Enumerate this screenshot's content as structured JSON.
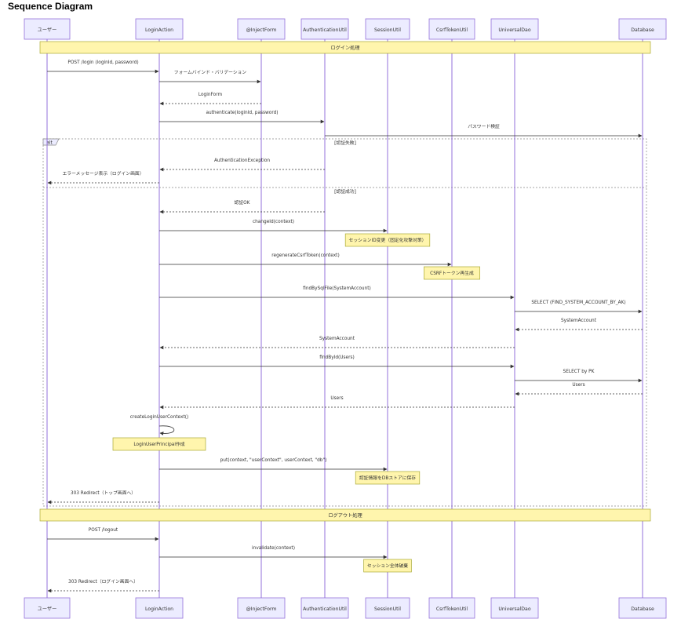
{
  "page": {
    "title": "Sequence Diagram"
  },
  "colors": {
    "participant_fill": "#ECECFF",
    "participant_stroke": "#9370DB",
    "lifeline": "#9370DB",
    "note_fill": "#FFF5AD",
    "note_stroke": "#AAAA33",
    "arrow": "#333333",
    "fragment_border": "#888888"
  },
  "participants": [
    {
      "id": "user",
      "label": "ユーザー"
    },
    {
      "id": "login_action",
      "label": "LoginAction"
    },
    {
      "id": "inject_form",
      "label": "@InjectForm"
    },
    {
      "id": "auth_util",
      "label": "AuthenticationUtil"
    },
    {
      "id": "session_util",
      "label": "SessionUtil"
    },
    {
      "id": "csrf_util",
      "label": "CsrfTokenUtil"
    },
    {
      "id": "universal_dao",
      "label": "UniversalDao"
    },
    {
      "id": "database",
      "label": "Database"
    }
  ],
  "events": [
    {
      "kind": "section",
      "text": "ログイン処理"
    },
    {
      "kind": "message",
      "from": "user",
      "to": "login_action",
      "text": "POST /login (loginId, password)",
      "style": "solid"
    },
    {
      "kind": "message",
      "from": "login_action",
      "to": "inject_form",
      "text": "フォームバインド・バリデーション",
      "style": "solid"
    },
    {
      "kind": "message",
      "from": "inject_form",
      "to": "login_action",
      "text": "LoginForm",
      "style": "dashed"
    },
    {
      "kind": "message",
      "from": "login_action",
      "to": "auth_util",
      "text": "authenticate(loginId, password)",
      "style": "solid"
    },
    {
      "kind": "message",
      "from": "auth_util",
      "to": "database",
      "text": "パスワード検証",
      "style": "solid"
    },
    {
      "kind": "alt-start",
      "label": "alt",
      "condition": "[認証失敗]"
    },
    {
      "kind": "message",
      "from": "auth_util",
      "to": "login_action",
      "text": "AuthenticationException",
      "style": "dashed"
    },
    {
      "kind": "message",
      "from": "login_action",
      "to": "user",
      "text": "エラーメッセージ表示（ログイン画面）",
      "style": "dashed"
    },
    {
      "kind": "alt-else",
      "condition": "[認証成功]"
    },
    {
      "kind": "message",
      "from": "auth_util",
      "to": "login_action",
      "text": "認証OK",
      "style": "dashed"
    },
    {
      "kind": "message",
      "from": "login_action",
      "to": "session_util",
      "text": "changeId(context)",
      "style": "solid"
    },
    {
      "kind": "note",
      "over": "session_util",
      "text": "セッションID変更（固定化攻撃対策）"
    },
    {
      "kind": "message",
      "from": "login_action",
      "to": "csrf_util",
      "text": "regenerateCsrfToken(context)",
      "style": "solid"
    },
    {
      "kind": "note",
      "over": "csrf_util",
      "text": "CSRFトークン再生成"
    },
    {
      "kind": "message",
      "from": "login_action",
      "to": "universal_dao",
      "text": "findBySqlFile(SystemAccount)",
      "style": "solid"
    },
    {
      "kind": "message",
      "from": "universal_dao",
      "to": "database",
      "text": "SELECT (FIND_SYSTEM_ACCOUNT_BY_AK)",
      "style": "solid"
    },
    {
      "kind": "message",
      "from": "database",
      "to": "universal_dao",
      "text": "SystemAccount",
      "style": "dashed"
    },
    {
      "kind": "message",
      "from": "universal_dao",
      "to": "login_action",
      "text": "SystemAccount",
      "style": "dashed"
    },
    {
      "kind": "message",
      "from": "login_action",
      "to": "universal_dao",
      "text": "findById(Users)",
      "style": "solid"
    },
    {
      "kind": "message",
      "from": "universal_dao",
      "to": "database",
      "text": "SELECT by PK",
      "style": "solid"
    },
    {
      "kind": "message",
      "from": "database",
      "to": "universal_dao",
      "text": "Users",
      "style": "dashed"
    },
    {
      "kind": "message",
      "from": "universal_dao",
      "to": "login_action",
      "text": "Users",
      "style": "dashed"
    },
    {
      "kind": "self",
      "on": "login_action",
      "text": "createLoginUserContext()"
    },
    {
      "kind": "note",
      "over": "login_action",
      "text": "LoginUserPrincipal作成"
    },
    {
      "kind": "message",
      "from": "login_action",
      "to": "session_util",
      "text": "put(context, \"userContext\", userContext, \"db\")",
      "style": "solid"
    },
    {
      "kind": "note",
      "over": "session_util",
      "text": "認証情報をDBストアに保存"
    },
    {
      "kind": "message",
      "from": "login_action",
      "to": "user",
      "text": "303 Redirect（トップ画面へ）",
      "style": "dashed"
    },
    {
      "kind": "alt-end"
    },
    {
      "kind": "section",
      "text": "ログアウト処理"
    },
    {
      "kind": "message",
      "from": "user",
      "to": "login_action",
      "text": "POST /logout",
      "style": "solid"
    },
    {
      "kind": "message",
      "from": "login_action",
      "to": "session_util",
      "text": "invalidate(context)",
      "style": "solid"
    },
    {
      "kind": "note",
      "over": "session_util",
      "text": "セッション全体破棄"
    },
    {
      "kind": "message",
      "from": "login_action",
      "to": "user",
      "text": "303 Redirect（ログイン画面へ）",
      "style": "dashed"
    }
  ]
}
